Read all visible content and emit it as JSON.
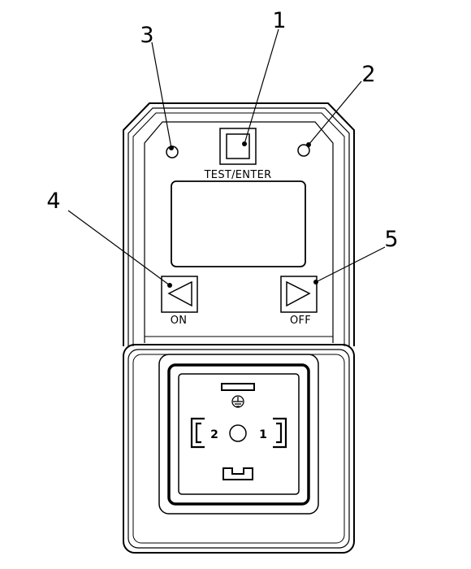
{
  "callouts": [
    {
      "id": "1",
      "label": "1"
    },
    {
      "id": "2",
      "label": "2"
    },
    {
      "id": "3",
      "label": "3"
    },
    {
      "id": "4",
      "label": "4"
    },
    {
      "id": "5",
      "label": "5"
    }
  ],
  "buttons": {
    "test_enter": "TEST/ENTER",
    "on": "ON",
    "off": "OFF"
  },
  "connector": {
    "pin_left": "2",
    "pin_right": "1"
  },
  "icons": {
    "ground": "ground-icon",
    "left_arrow": "left-triangle-icon",
    "right_arrow": "right-triangle-icon"
  }
}
